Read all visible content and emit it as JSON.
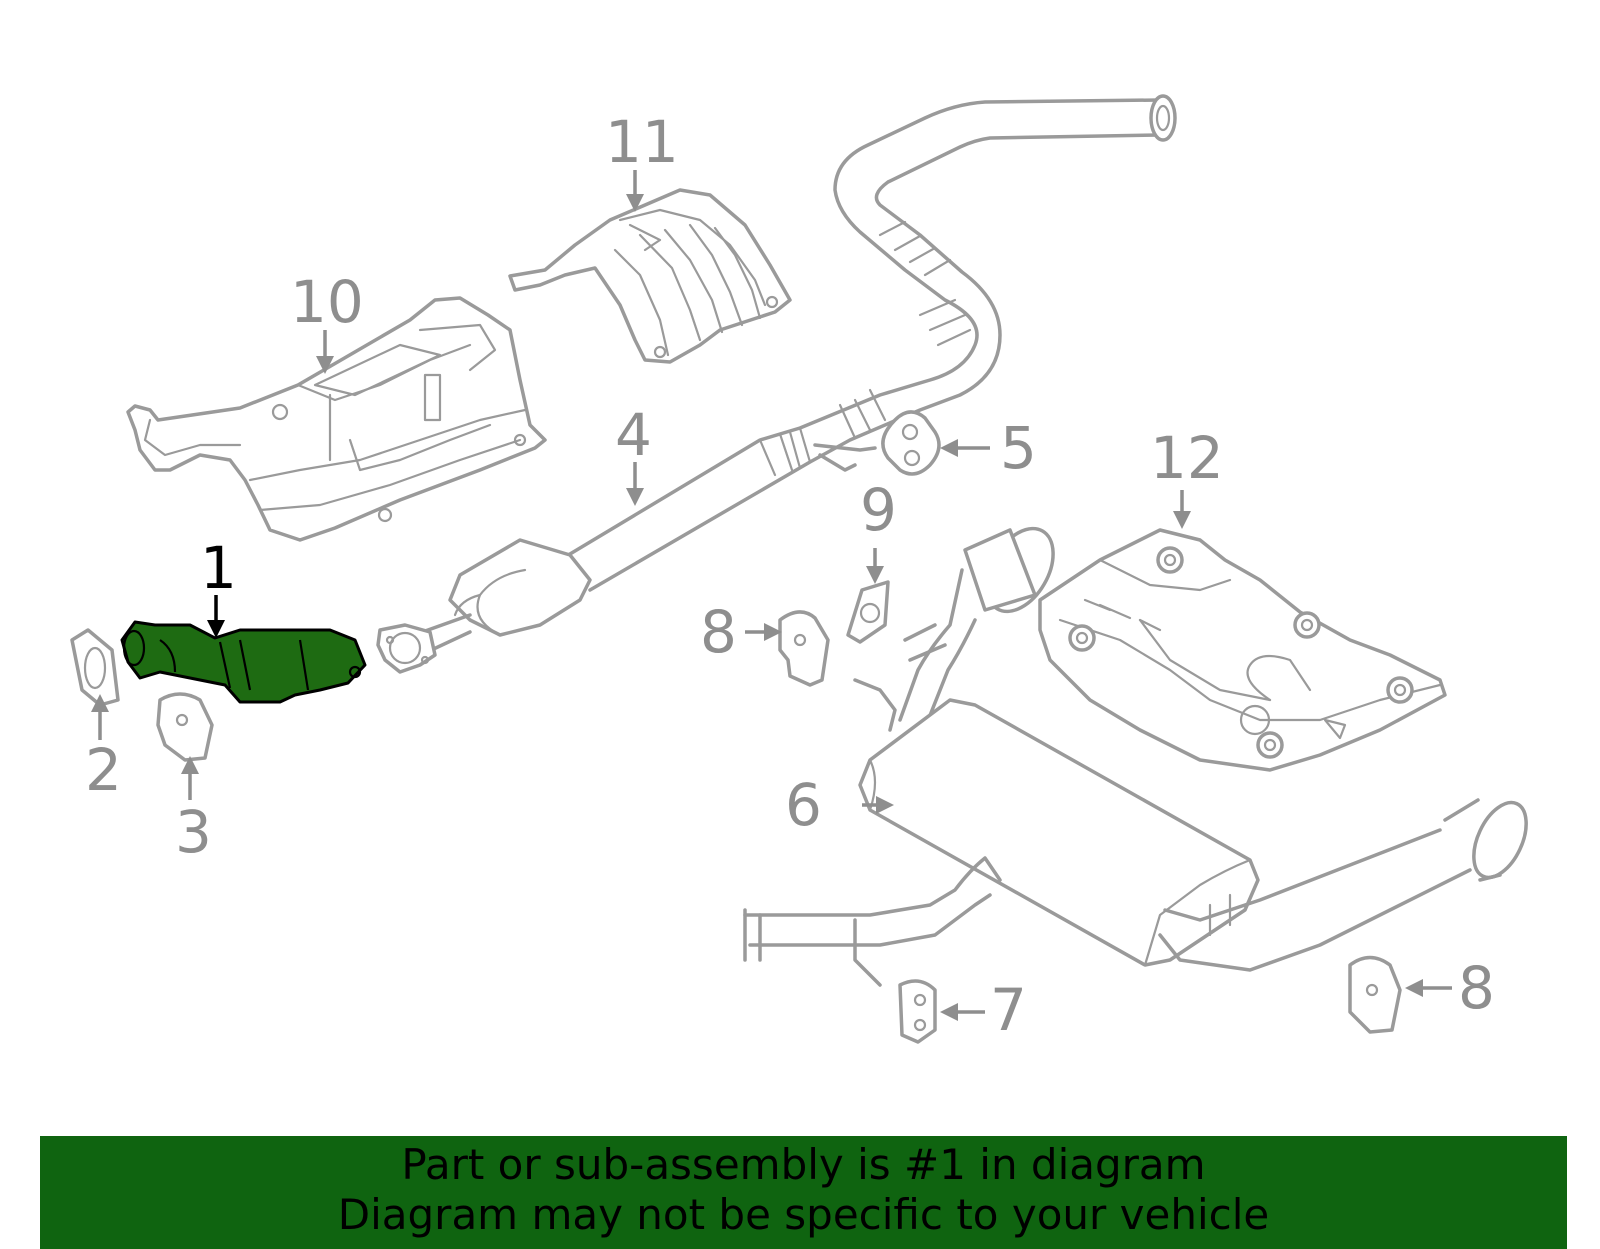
{
  "callouts": {
    "c1": "1",
    "c2": "2",
    "c3": "3",
    "c4": "4",
    "c5": "5",
    "c6": "6",
    "c7": "7",
    "c8a": "8",
    "c8b": "8",
    "c9": "9",
    "c10": "10",
    "c11": "11",
    "c12": "12"
  },
  "highlighted_part": "1",
  "colors": {
    "highlight_fill": "#1e6b12",
    "banner_background": "#0f6410",
    "part_outline": "#9a9a9a"
  },
  "banner": {
    "line1": "Part or sub-assembly is #1 in diagram",
    "line2": "Diagram may not be specific to your vehicle"
  }
}
